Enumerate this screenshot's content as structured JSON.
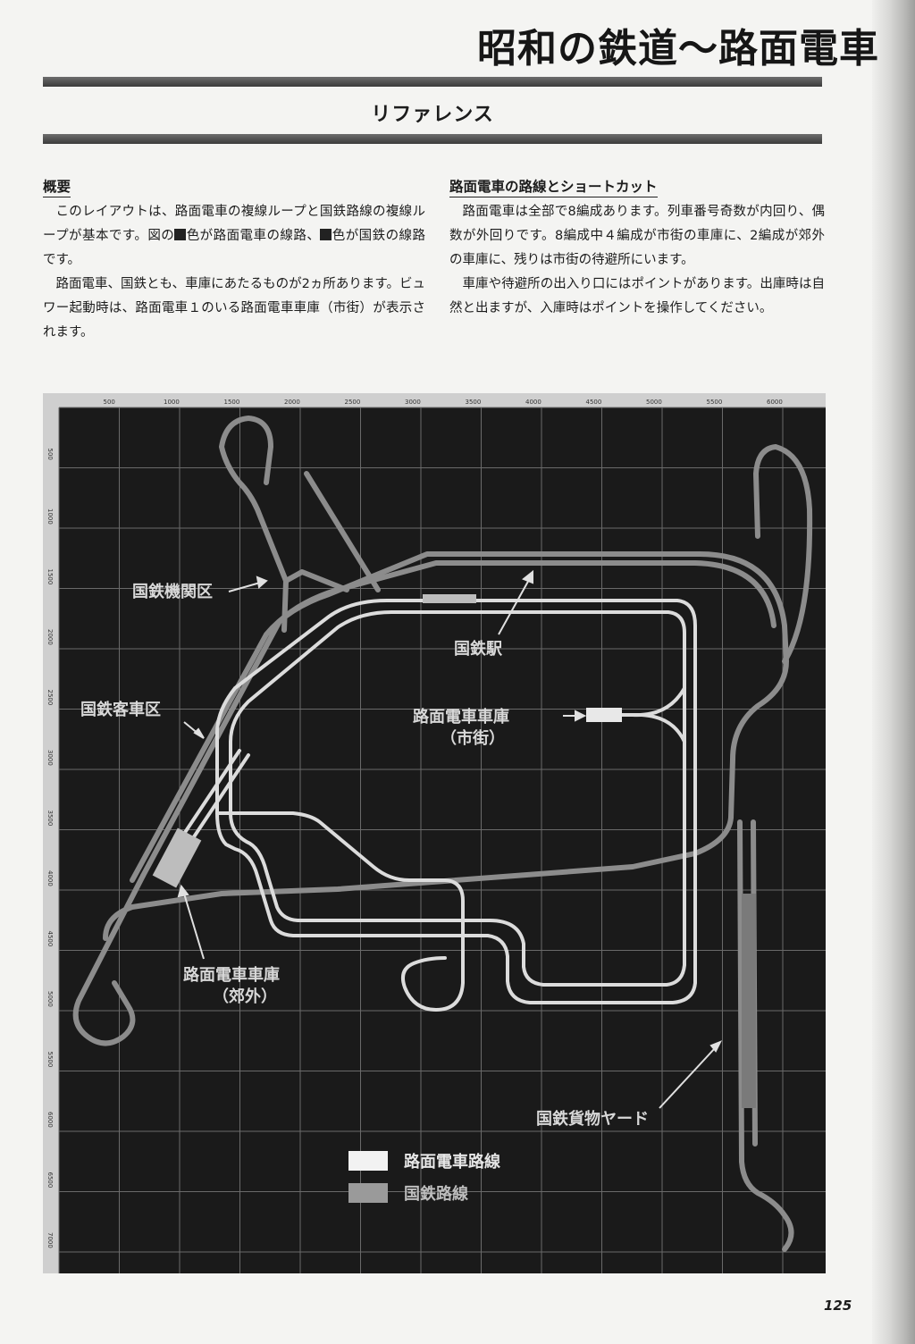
{
  "header": {
    "book_title": "昭和の鉄道〜路面電車"
  },
  "section": {
    "heading": "リファレンス"
  },
  "overview": {
    "heading": "概要",
    "para1_a": "このレイアウトは、路面電車の複線ループと国鉄路線の複線ループが基本です。図の",
    "para1_b": "色が路面電車の線路、",
    "para1_c": "色が国鉄の線路です。",
    "para2": "路面電車、国鉄とも、車庫にあたるものが2ヵ所あります。ビュワー起動時は、路面電車１のいる路面電車車庫（市街）が表示されます。"
  },
  "routes": {
    "heading": "路面電車の路線とショートカット",
    "para1": "路面電車は全部で8編成あります。列車番号奇数が内回り、偶数が外回りです。8編成中４編成が市街の車庫に、2編成が郊外の車庫に、残りは市街の待避所にいます。",
    "para2": "車庫や待避所の出入り口にはポイントがあります。出庫時は自然と出ますが、入庫時はポイントを操作してください。"
  },
  "map": {
    "x_ticks": [
      "500",
      "1000",
      "1500",
      "2000",
      "2500",
      "3000",
      "3500",
      "4000",
      "4500",
      "5000",
      "5500",
      "6000"
    ],
    "y_ticks": [
      "500",
      "1000",
      "1500",
      "2000",
      "2500",
      "3000",
      "3500",
      "4000",
      "4500",
      "5000",
      "5500",
      "6000",
      "6500",
      "7000"
    ],
    "labels": {
      "engine_depot": "国鉄機関区",
      "station": "国鉄駅",
      "city_depot_line1": "路面電車車庫",
      "city_depot_line2": "（市街）",
      "coach_yard": "国鉄客車区",
      "suburb_depot_line1": "路面電車車庫",
      "suburb_depot_line2": "（郊外）",
      "freight_yard": "国鉄貨物ヤード"
    },
    "legend": [
      {
        "label": "路面電車路線",
        "color": "#f2f2f2"
      },
      {
        "label": "国鉄路線",
        "color": "#9a9a9a"
      }
    ],
    "colors": {
      "background": "#1a1a1a",
      "grid": "#6a6a6a",
      "tram": "#dcdcdc",
      "rail": "#8c8c8c"
    }
  },
  "footer": {
    "page_number": "125"
  }
}
